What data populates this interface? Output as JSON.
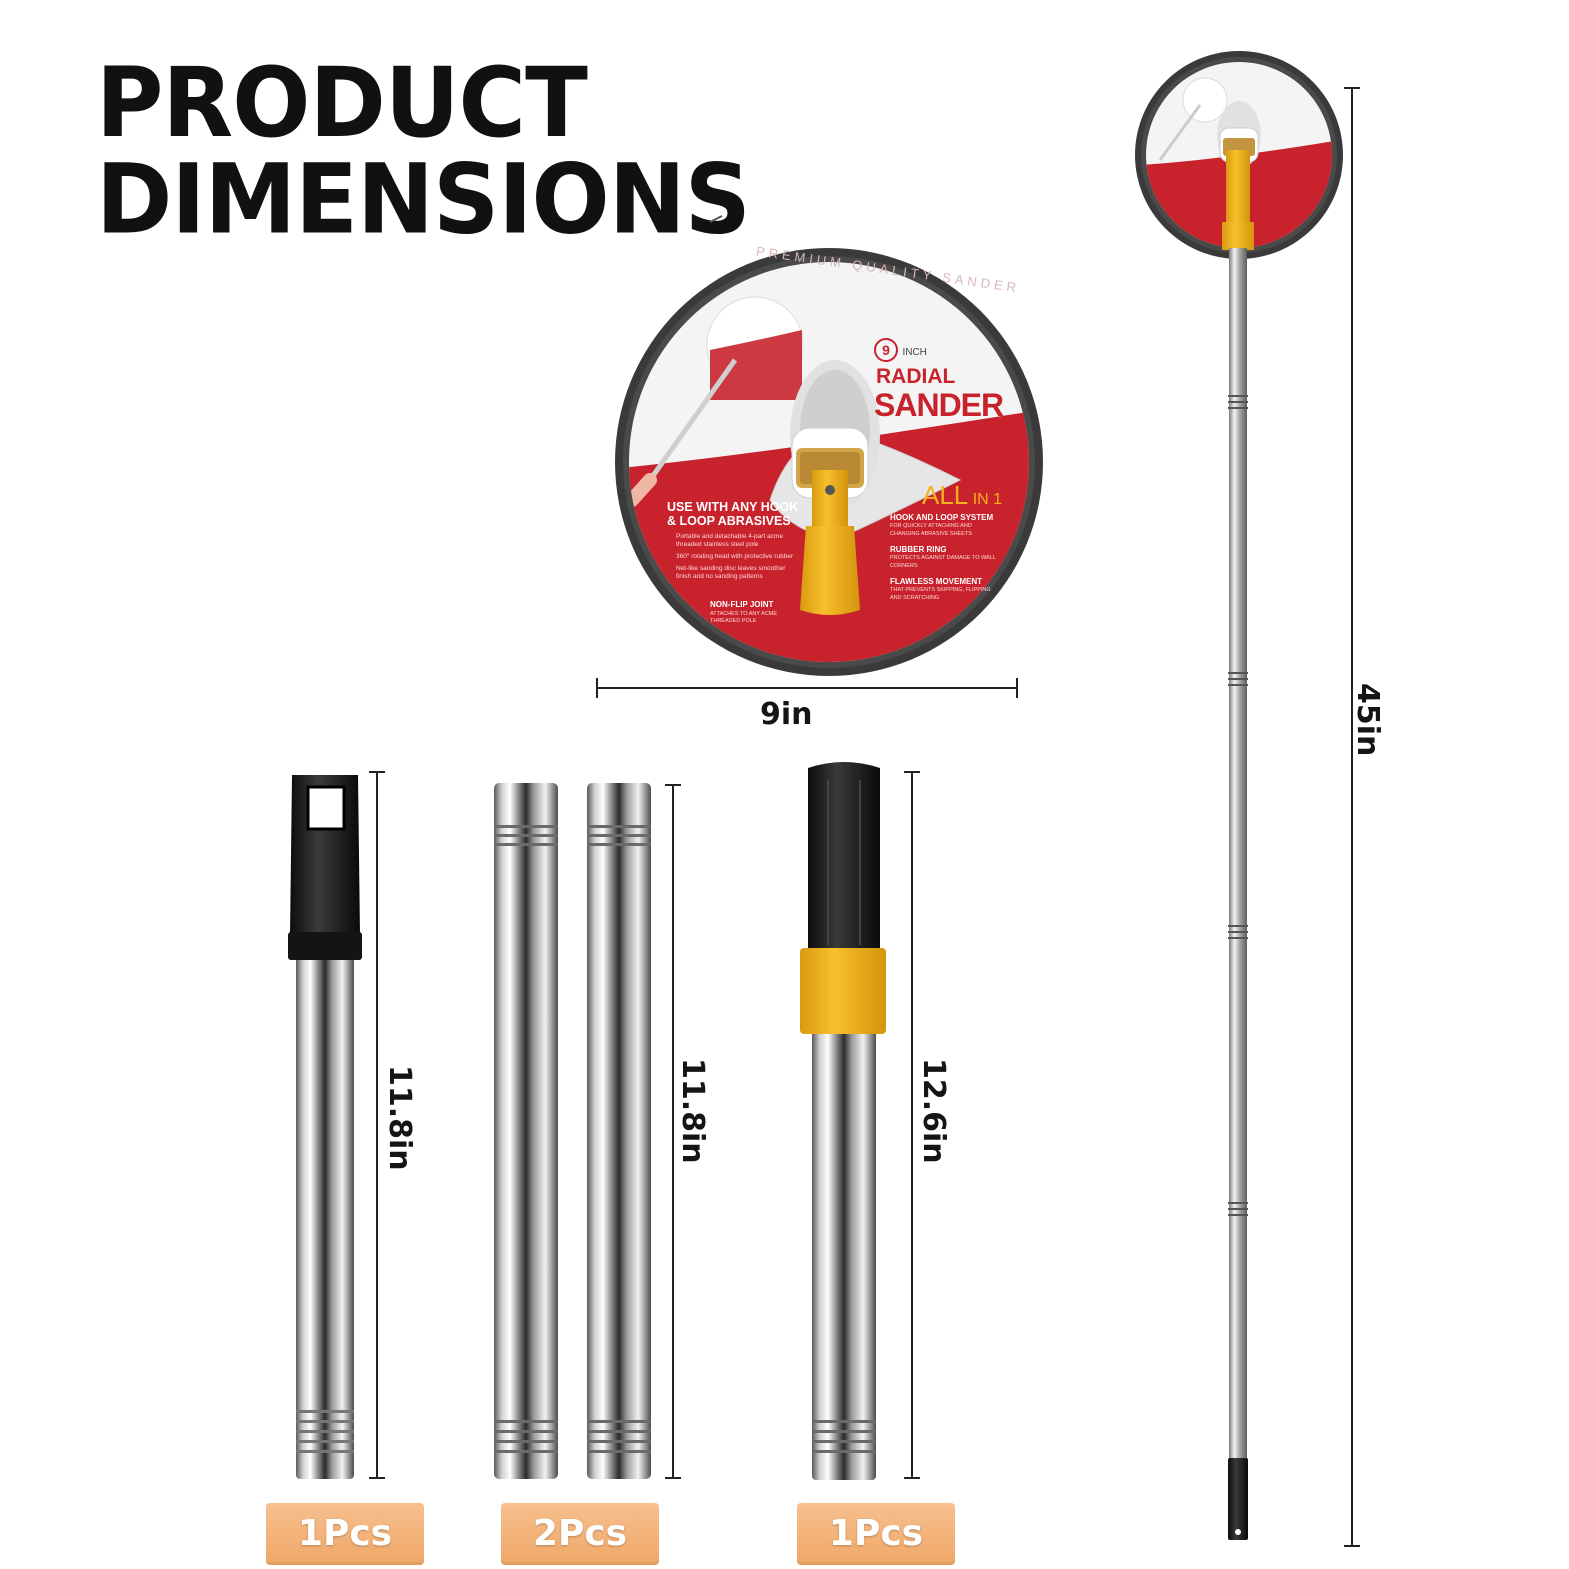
{
  "title": {
    "line1": "PRODUCT",
    "line2": "DIMENSIONS"
  },
  "disc": {
    "rim_text": "PREMIUM QUALITY SANDER",
    "size_number": "9",
    "size_unit": "INCH",
    "name_line1": "RADIAL",
    "name_line2": "SANDER",
    "all_in_1": "ALL",
    "all_in_1_small": "IN 1",
    "use_heading_1": "USE WITH ANY HOOK",
    "use_heading_2": "& LOOP ABRASIVES",
    "features_left": [
      "Portable and detachable 4-part acme threaded stainless steel pole",
      "360° rotating head with protective rubber",
      "Net-like sanding disc leaves smoother finish and no sanding patterns"
    ],
    "non_flip_title": "NON-FLIP JOINT",
    "non_flip_desc": "ATTACHES TO ANY ACME THREADED POLE",
    "features_right": [
      {
        "title": "HOOK AND LOOP SYSTEM",
        "desc": "FOR QUICKLY ATTACHING AND CHANGING ABRASIVE SHEETS"
      },
      {
        "title": "RUBBER RING",
        "desc": "PROTECTS AGAINST DAMAGE TO WALL CORNERS"
      },
      {
        "title": "FLAWLESS MOVEMENT",
        "desc": "THAT PREVENTS SKIPPING, FLIPPING AND SCRATCHING"
      }
    ]
  },
  "dimensions": {
    "disc_width": "9in",
    "handle_pole": "11.8in",
    "middle_poles": "11.8in",
    "head_pole": "12.6in",
    "assembled": "45in"
  },
  "quantities": {
    "handle_pole": "1Pcs",
    "middle_poles": "2Pcs",
    "head_pole": "1Pcs"
  },
  "colors": {
    "red": "#c8232c",
    "yellow": "#f5b21d",
    "badge": "#f2ad70",
    "dark": "#111111"
  }
}
